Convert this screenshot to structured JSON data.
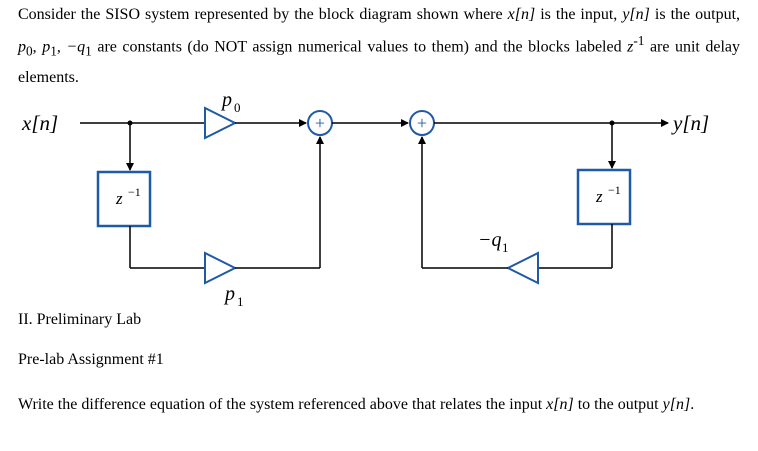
{
  "intro": {
    "text1": "Consider the SISO system represented by the block diagram shown where ",
    "x_n": "x[n]",
    "text2": " is the input, ",
    "y_n": "y[n]",
    "text3": " is the output, ",
    "p0": "p",
    "p0_sub": "0",
    "comma1": ", ",
    "p1": "p",
    "p1_sub": "1",
    "comma2": ", ",
    "neg_q1": "−q",
    "q1_sub": "1",
    "text4": " are constants (do NOT assign numerical values to them) and the blocks labeled ",
    "z": "z",
    "z_exp": "-1",
    "text5": " are unit delay elements."
  },
  "diagram": {
    "input_label": "x[n]",
    "output_label": "y[n]",
    "gain_top": "p",
    "gain_top_sub": "0",
    "gain_bottom": "p",
    "gain_bottom_sub": "1",
    "gain_feedback": "−q",
    "gain_feedback_sub": "1",
    "delay_left": "z",
    "delay_left_exp": "−1",
    "delay_right": "z",
    "delay_right_exp": "−1",
    "adder_symbol": "+",
    "colors": {
      "block": "#1f5aa6",
      "wire": "#000000"
    }
  },
  "section_heading": "II. Preliminary Lab",
  "assignment_heading": "Pre-lab Assignment #1",
  "question": {
    "text1": "Write the difference equation of the system referenced above that relates the input ",
    "x_n": "x[n]",
    "text2": " to the output ",
    "y_n": "y[n]",
    "text3": "."
  }
}
